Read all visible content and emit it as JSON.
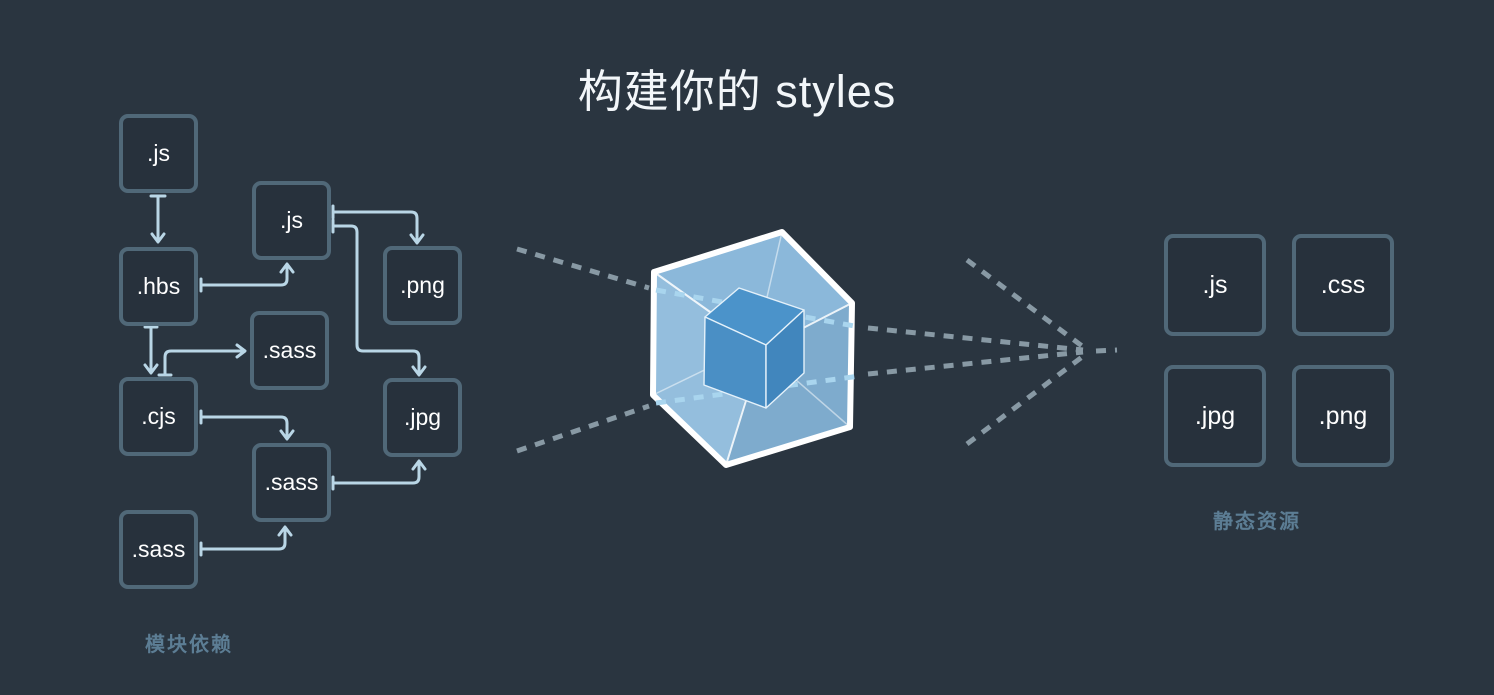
{
  "title": "构建你的 styles",
  "left_diagram": {
    "caption": "模块依赖",
    "boxes": [
      {
        "id": "js-1",
        "label": ".js"
      },
      {
        "id": "js-2",
        "label": ".js"
      },
      {
        "id": "hbs",
        "label": ".hbs"
      },
      {
        "id": "png",
        "label": ".png"
      },
      {
        "id": "sass-1",
        "label": ".sass"
      },
      {
        "id": "cjs",
        "label": ".cjs"
      },
      {
        "id": "jpg",
        "label": ".jpg"
      },
      {
        "id": "sass-2",
        "label": ".sass"
      },
      {
        "id": "sass-3",
        "label": ".sass"
      }
    ],
    "edges": [
      "js-1 -> hbs",
      "hbs -> js-2",
      "hbs -> cjs",
      "cjs -> sass-1",
      "cjs -> sass-2",
      "js-2 -> png",
      "js-2 -> jpg",
      "sass-2 -> jpg",
      "sass-3 -> sass-2"
    ]
  },
  "bundler": {
    "icon": "webpack-cube-icon",
    "flow": "module dependencies pass through bundler cube to static assets"
  },
  "right_panel": {
    "caption": "静态资源",
    "boxes": [
      {
        "label": ".js"
      },
      {
        "label": ".css"
      },
      {
        "label": ".jpg"
      },
      {
        "label": ".png"
      }
    ]
  },
  "colors": {
    "background": "#2a3540",
    "box_border": "#506878",
    "box_text": "#ffffff",
    "arrow": "#b9d6e6",
    "dashed_line": "#8899a4",
    "dashed_line_on_cube": "#a9d5ee",
    "caption_text": "#5c7d94",
    "cube_face": "#85b5d8",
    "inner_cube_face": "#4a8fc5",
    "cube_edge": "#ffffff",
    "title_text": "#f2f6f9"
  }
}
